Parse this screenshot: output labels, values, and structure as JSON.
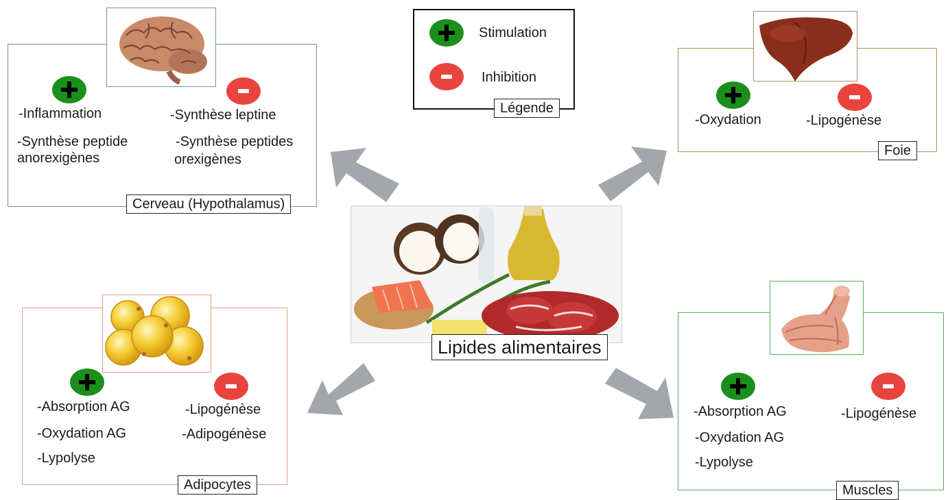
{
  "legend": {
    "stimulation": "Stimulation",
    "inhibition": "Inhibition",
    "title": "Légende"
  },
  "center": {
    "label": "Lipides alimentaires"
  },
  "brain": {
    "title": "Cerveau (Hypothalamus)",
    "plus_items": [
      "-Inflammation",
      "-Synthèse peptide",
      "anorexigènes"
    ],
    "minus_items": [
      "-Synthèse leptine",
      "-Synthèse peptides",
      "orexigènes"
    ]
  },
  "liver": {
    "title": "Foie",
    "plus_items": [
      "-Oxydation"
    ],
    "minus_items": [
      "-Lipogénèse"
    ]
  },
  "adipo": {
    "title": "Adipocytes",
    "plus_items": [
      "-Absorption AG",
      "-Oxydation AG",
      "-Lypolyse"
    ],
    "minus_items": [
      "-Lipogénèse",
      "-Adipogénèse"
    ]
  },
  "muscle": {
    "title": "Muscles",
    "plus_items": [
      "-Absorption AG",
      "-Oxydation AG",
      "-Lypolyse"
    ],
    "minus_items": [
      "-Lipogénèse"
    ]
  },
  "colors": {
    "stimulation": "#1b8f1b",
    "inhibition": "#e8443d",
    "arrow": "#a3a6aa",
    "brain_border": "#6f8fb8",
    "liver_border": "#a89060",
    "adipo_border": "#e0a080",
    "muscle_border": "#5aae5a"
  }
}
